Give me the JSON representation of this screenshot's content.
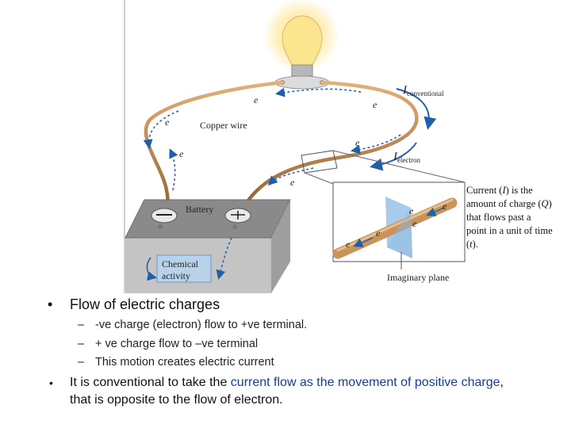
{
  "figure": {
    "labels": {
      "i_conventional_main": "I",
      "i_conventional_sub": "conventional",
      "i_electron_main": "I",
      "i_electron_sub": "electron",
      "copper_wire": "Copper wire",
      "battery": "Battery",
      "chemical_line1": "Chemical",
      "chemical_line2": "activity",
      "imaginary_plane": "Imaginary plane",
      "electron_symbol": "e"
    },
    "caption": {
      "p1": "Current (",
      "i": "I",
      "p2": ") is the amount of charge (",
      "q": "Q",
      "p3": ") that flows past a point in a unit of time (",
      "t": "t",
      "p4": ")."
    }
  },
  "bullets": {
    "main": "Flow of electric charges",
    "subs": [
      "-ve charge (electron) flow to +ve terminal.",
      "+ ve charge flow to –ve terminal",
      "This motion creates  electric current"
    ],
    "dash": "–",
    "dot": "•",
    "second": {
      "part1": "It is conventional to take the ",
      "part2": "current flow as the movement of positive charge",
      "part3": ", that is opposite to the flow of electron."
    }
  },
  "colors": {
    "wire": "#a0703a",
    "arrow_blue": "#1f5fa8",
    "label_box": "#b8d2ea",
    "battery_top": "#8a8a8a",
    "battery_body": "#c4c4c4",
    "plane": "#8cb8e0"
  }
}
